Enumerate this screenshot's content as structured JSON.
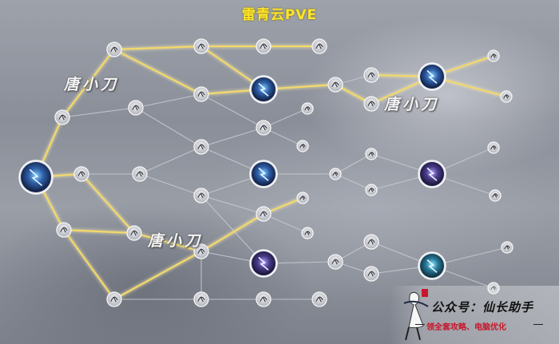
{
  "title": "雷青云PVE",
  "watermarks": [
    "唐小刀",
    "唐小刀",
    "唐小刀"
  ],
  "promo": {
    "brand": "公众号：仙长助手",
    "tagline": "领全套攻略、电脑优化"
  },
  "colors": {
    "title": "#ffe629",
    "active_link": "#f2d86a",
    "inactive_link": "#c9cbd1",
    "tagline": "#c8162a"
  }
}
